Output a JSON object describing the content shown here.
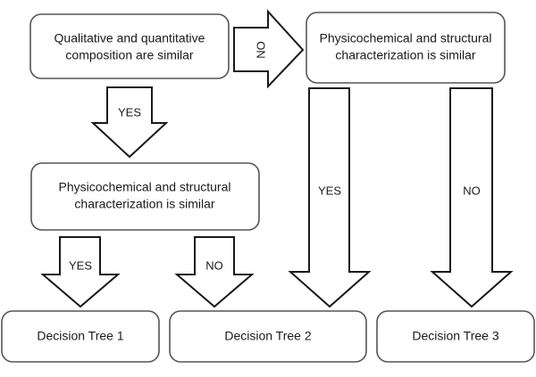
{
  "nodes": {
    "start": {
      "line1": "Qualitative and quantitative",
      "line2": "composition are similar"
    },
    "physchem_right": {
      "line1": "Physicochemical and structural",
      "line2": "characterization is similar"
    },
    "physchem_left": {
      "line1": "Physicochemical and structural",
      "line2": "characterization is similar"
    },
    "tree1": {
      "label": "Decision Tree 1"
    },
    "tree2": {
      "label": "Decision Tree 2"
    },
    "tree3": {
      "label": "Decision Tree 3"
    }
  },
  "edges": {
    "start_to_right": "NO",
    "start_to_left": "YES",
    "left_to_tree1": "YES",
    "left_to_tree2": "NO",
    "right_to_tree2": "YES",
    "right_to_tree3": "NO"
  }
}
